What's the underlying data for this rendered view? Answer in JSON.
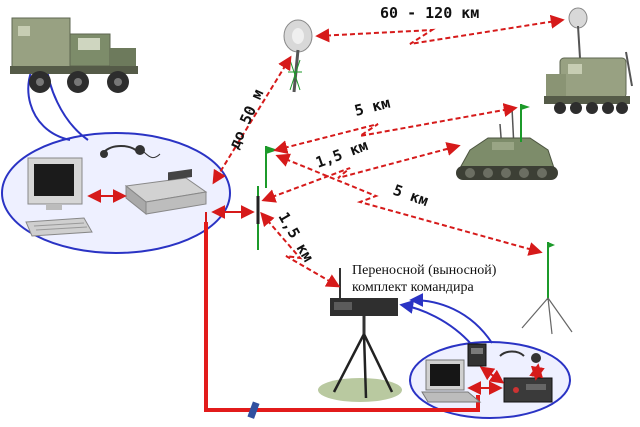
{
  "labels": {
    "range_long": "60 - 120 км",
    "range_50m": "до 50 м",
    "range_5km_top": "5 км",
    "range_15km_top": "1,5 км",
    "range_5km_mid": "5 км",
    "range_15km_low": "1,5 км",
    "caption_line1": "Переносной (выносной)",
    "caption_line2": "комплект командира"
  },
  "colors": {
    "link_red": "#d61a1a",
    "cable_red": "#e21b1b",
    "ellipse_blue": "#2a33c4",
    "ellipse_fill": "#eef0ff",
    "antenna_green": "#1c9a2a",
    "vehicle_green": "#7d8c6a"
  }
}
